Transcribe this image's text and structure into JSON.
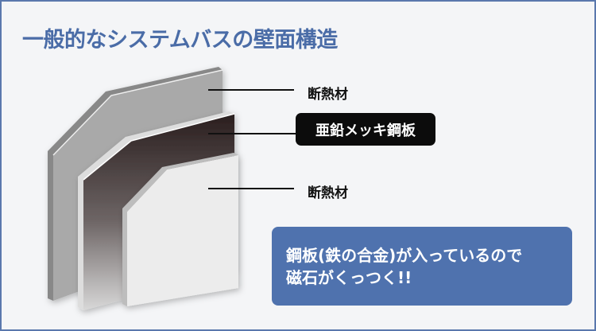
{
  "title": "一般的なシステムバスの壁面構造",
  "layers": [
    {
      "label": "断熱材"
    },
    {
      "label": "亜鉛メッキ鋼板"
    },
    {
      "label": "断熱材"
    }
  ],
  "note": {
    "line1": "鋼板(鉄の合金)が入っているので",
    "line2": "磁石がくっつく!!"
  },
  "colors": {
    "accent": "#4f72ae",
    "title": "#4a6ca7",
    "steel_label_bg": "#0c0c0c"
  }
}
